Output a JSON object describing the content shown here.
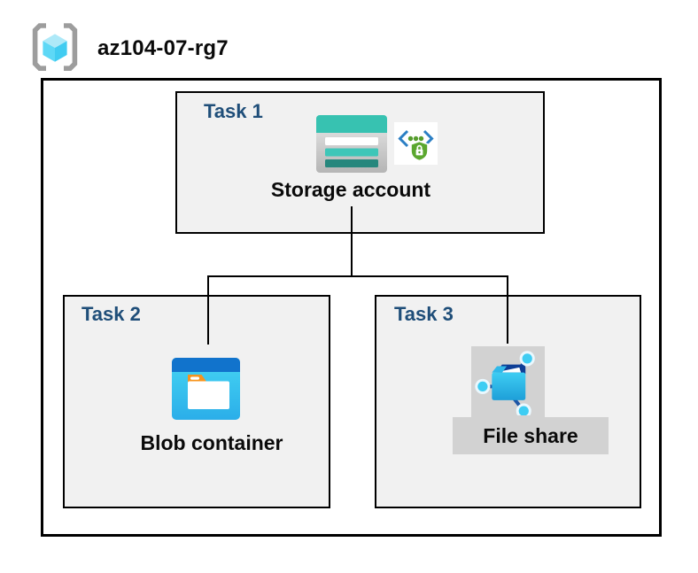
{
  "header": {
    "title": "az104-07-rg7"
  },
  "tasks": {
    "task1": {
      "label": "Task 1",
      "resource": "Storage account"
    },
    "task2": {
      "label": "Task 2",
      "resource": "Blob container"
    },
    "task3": {
      "label": "Task 3",
      "resource": "File share"
    }
  },
  "icons": {
    "resource_group": "resource-group-brackets-cube",
    "storage_account": "storage-account-table",
    "sas_security": "code-brackets-shield-lock",
    "blob_container": "blob-container-window-folder",
    "file_share": "file-share-folder-network-nodes"
  },
  "colors": {
    "background": "#FFFFFF",
    "box_fill": "#F1F1F1",
    "box_border": "#000000",
    "connector": "#000000",
    "task_label_blue": "#1F4E79",
    "bracket_gray": "#9D9D9D",
    "cube_top": "#AEE9F8",
    "cube_left": "#5ED8F6",
    "cube_right": "#41CCF1",
    "storage_teal": "#37C2B1",
    "storage_teal_light": "#3EC6B8",
    "storage_teal_dark": "#26877D",
    "sas_bracket_blue": "#2B7FC4",
    "sas_dot_green": "#569D2D",
    "sas_shield_green": "#5BA72F",
    "blob_header_blue": "#1173CC",
    "blob_body_cyan_top": "#45D5F3",
    "blob_body_cyan_bottom": "#2BAEE9",
    "folder_tab_orange": "#F7941E",
    "file_share_navy": "#0E3E96",
    "file_share_front_top": "#3ECDF3",
    "file_share_front_bottom": "#1E9FD8",
    "node_cyan": "#3ECDF3",
    "node_link_blue": "#1D55A5",
    "selection_gray": "#D2D2D2"
  }
}
